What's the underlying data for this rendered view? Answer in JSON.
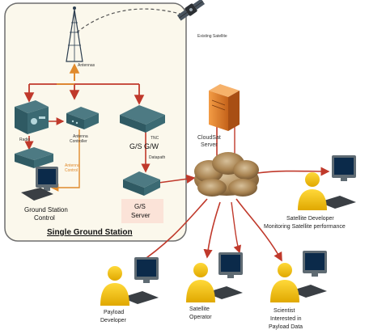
{
  "station": {
    "title": "Single Ground Station",
    "antennas": "Antennas",
    "radio": "Radio",
    "antenna_controller": [
      "Antenna",
      "Controller"
    ],
    "tnc": "TNC",
    "gs_gw": "G/S G/W",
    "datapath": "Datapath",
    "antenna_control": [
      "Antenna",
      "Control"
    ],
    "ground_station_control": [
      "Ground Station",
      "Control"
    ],
    "gs_server": [
      "G/S",
      "Server"
    ]
  },
  "satellite": {
    "label": "Existing Satellite"
  },
  "cloudsat": {
    "label": [
      "CloudSat",
      "Server"
    ]
  },
  "users": {
    "satellite_developer": [
      "Satellite Developer",
      "Monitoring Satellite performance"
    ],
    "payload_developer": [
      "Payload",
      "Developer"
    ],
    "satellite_operator": [
      "Satellite",
      "Operator"
    ],
    "scientist": [
      "Scientist",
      "Interested in",
      "Payload Data"
    ]
  },
  "colors": {
    "panel_bg": "#fbf8ec",
    "link_red": "#c0392b",
    "link_orange": "#e08a2c",
    "person_yellow": "#f2c200",
    "server_orange": "#e67e22",
    "cloud_brown": "#9c7b4a",
    "device_teal": "#2f5a63",
    "monitor_frame": "#5f6b73",
    "monitor_screen": "#0b2a4a",
    "gs_server_bg": "#fbe3d8"
  },
  "icons": [
    "satellite-icon",
    "antenna-icon",
    "radio-icon",
    "antenna-controller-icon",
    "tnc-icon",
    "server-icon",
    "cloud-icon",
    "person-icon",
    "monitor-icon"
  ]
}
